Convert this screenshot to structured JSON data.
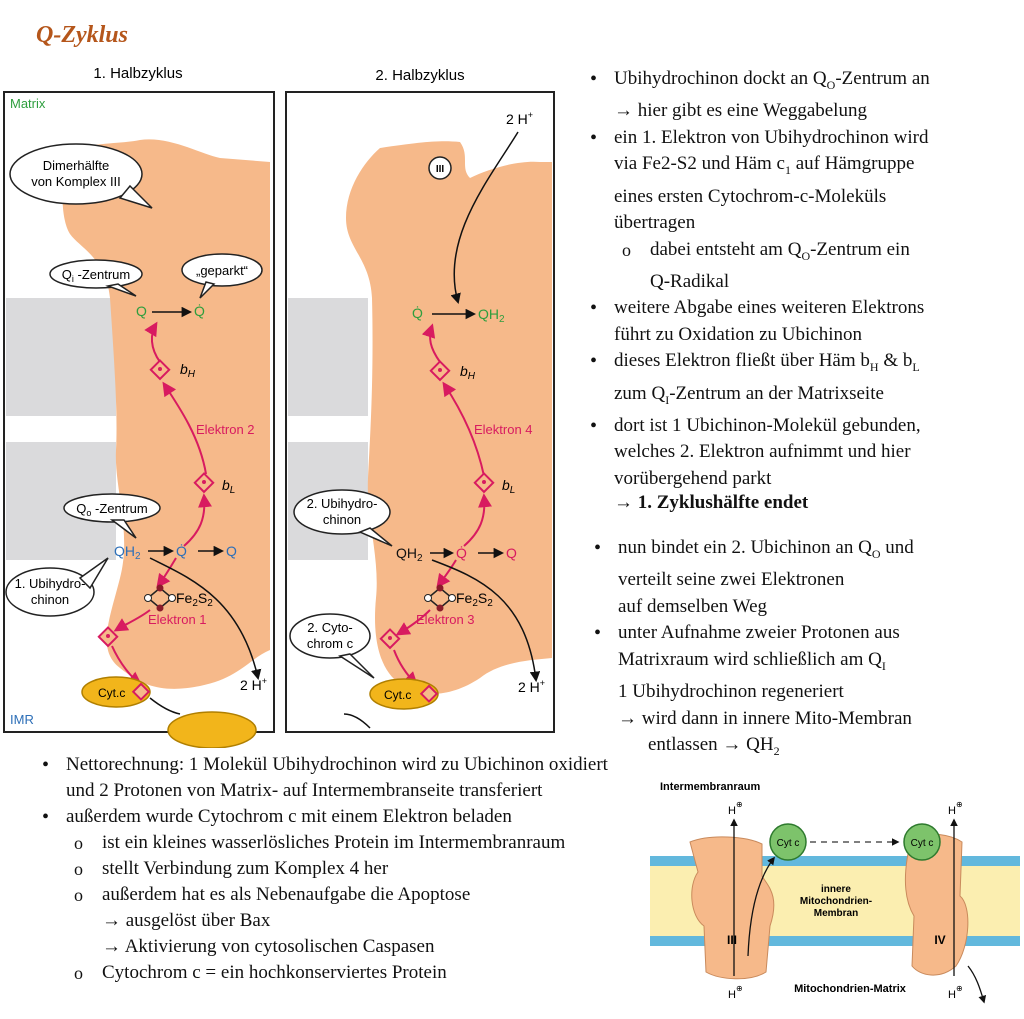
{
  "title": "Q-Zyklus",
  "left_figure": {
    "half1_title": "1. Halbzyklus",
    "half2_title": "2. Halbzyklus",
    "matrix_label": "Matrix",
    "imr_label": "IMR",
    "bubble_dimer": [
      "Dimerhälfte",
      "von Komplex III"
    ],
    "bubble_qi": "Q",
    "bubble_qi_sub": "i",
    "bubble_qi_rest": " -Zentrum",
    "bubble_geparkt": "„geparkt“",
    "bubble_qo": "Q",
    "bubble_qo_sub": "o",
    "bubble_qo_rest": " -Zentrum",
    "bubble_ubihydro1": [
      "1. Ubihydro-",
      "chinon"
    ],
    "bubble_ubihydro2": [
      "2. Ubihydro-",
      "chinon"
    ],
    "bubble_cytochrom": [
      "2. Cyto-",
      "chrom c"
    ],
    "q_label": "Q",
    "q_radical": "Q̇",
    "qh2_label": "QH",
    "qh2_sub": "2",
    "bh_label": "b",
    "bh_sub": "H",
    "bl_label": "b",
    "bl_sub": "L",
    "fes_label": "Fe",
    "fes_sub1": "2",
    "fes_s": "S",
    "fes_sub2": "2",
    "elektron1": "Elektron 1",
    "elektron2": "Elektron 2",
    "elektron3": "Elektron 3",
    "elektron4": "Elektron 4",
    "two_h": "2 H",
    "plus": "+",
    "complex_iii": "III",
    "cytc": "Cyt.c"
  },
  "right_bullets_1": [
    {
      "text": "Ubihydrochinon dockt an Q",
      "sub": "O",
      "after": "-Zentrum an",
      "cont": "→ hier gibt es eine Weggabelung"
    },
    {
      "lines": [
        "ein 1. Elektron von Ubihydrochinon wird",
        "via Fe2-S2 und Häm c",
        "eines ersten Cytochrom-c-Moleküls",
        "übertragen"
      ],
      "sub": "1",
      "after": " auf Hämgruppe"
    },
    {
      "subitem": "dabei entsteht am Q",
      "sub": "O",
      "after": "-Zentrum ein",
      "cont": "Q-Radikal"
    },
    {
      "lines": [
        "weitere Abgabe eines weiteren Elektrons",
        "führt zu Oxidation zu Ubichinon"
      ]
    },
    {
      "text": "dieses Elektron fließt über Häm b",
      "sub1": "H",
      "mid": " & b",
      "sub2": "L",
      "cont": "zum Q",
      "cont_sub": "I",
      "cont_after": "-Zentrum an der Matrixseite"
    },
    {
      "lines": [
        "dort ist 1 Ubichinon-Molekül gebunden,",
        "welches 2. Elektron aufnimmt und hier",
        "vorübergehend parkt"
      ]
    }
  ],
  "half_end": "→ 1. Zyklushälfte endet",
  "right_bullets_2": [
    {
      "text": "nun bindet ein 2. Ubichinon an Q",
      "sub": "O",
      "after": " und",
      "cont": [
        "verteilt seine zwei Elektronen",
        "auf demselben Weg"
      ]
    },
    {
      "lines": [
        "unter Aufnahme zweier Protonen aus",
        "Matrixraum wird schließlich am Q"
      ],
      "sub": "I",
      "cont": [
        "1 Ubihydrochinon regeneriert",
        "→ wird dann in innere Mito-Membran",
        "entlassen → QH"
      ],
      "cont_sub": "2"
    }
  ],
  "bottom_bullets": {
    "net1": "Nettorechnung: 1 Molekül Ubihydrochinon wird zu Ubichinon oxidiert",
    "net2": "und 2 Protonen von Matrix- auf Intermembranseite transferiert",
    "cyt": "außerdem wurde Cytochrom c mit einem Elektron beladen",
    "sub": [
      "ist ein kleines wasserlösliches Protein im Intermembranraum",
      "stellt Verbindung zum Komplex 4 her",
      "außerdem hat es als Nebenaufgabe die Apoptose",
      "Cytochrom c = ein hochkonserviertes Protein"
    ],
    "apop1": "→ ausgelöst über Bax",
    "apop2": "→ Aktivierung von cytosolischen Caspasen"
  },
  "right_figure": {
    "intermembranraum": "Intermembranraum",
    "membran": [
      "innere",
      "Mitochondrien-",
      "Membran"
    ],
    "matrix": "Mitochondrien-Matrix",
    "cytc": "Cyt c",
    "iii": "III",
    "iv": "IV",
    "h": "H",
    "plus": "⊕"
  },
  "colors": {
    "title": "#b5561b",
    "protein": "#f6b98a",
    "green": "#2e9e3e",
    "blue": "#2d6fb8",
    "red": "#d81b60",
    "membrane_gray": "#dadadc",
    "cyt_yellow": "#f2b51b",
    "membrane_yellow": "#fbeeb0",
    "membrane_blue": "#62b8dd",
    "cyt_green": "#7dc36b"
  }
}
